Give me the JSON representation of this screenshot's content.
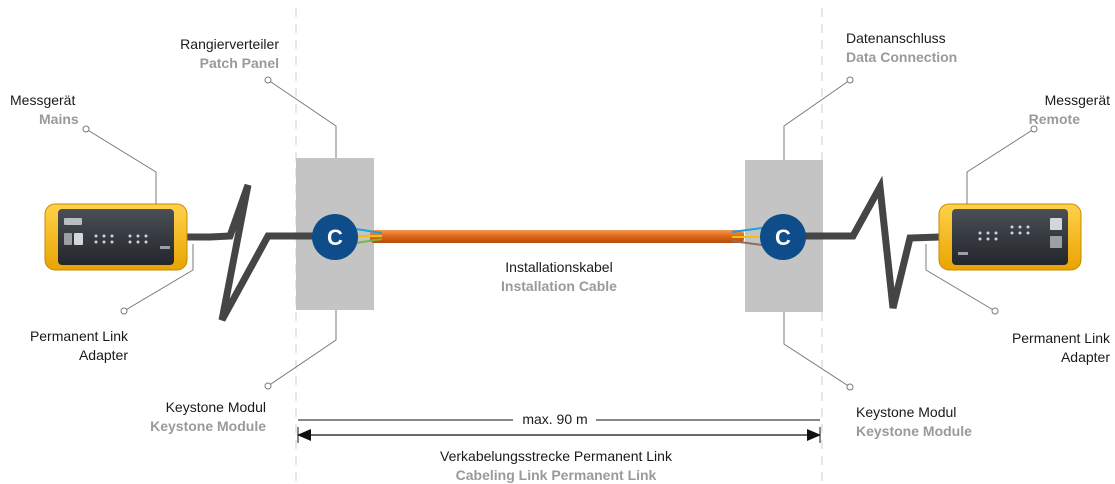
{
  "labels": {
    "patch_panel": {
      "de": "Rangierverteiler",
      "en": "Patch Panel"
    },
    "data_connection": {
      "de": "Datenanschluss",
      "en": "Data Connection"
    },
    "tester_main": {
      "de": "Messgerät",
      "en": "Mains"
    },
    "tester_remote": {
      "de": "Messgerät",
      "en": "Remote"
    },
    "pl_adapter_left": {
      "line1": "Permanent Link",
      "line2": "Adapter"
    },
    "pl_adapter_right": {
      "line1": "Permanent Link",
      "line2": "Adapter"
    },
    "keystone_left": {
      "de": "Keystone Modul",
      "en": "Keystone Module"
    },
    "keystone_right": {
      "de": "Keystone Modul",
      "en": "Keystone Module"
    },
    "cable": {
      "de": "Installationskabel",
      "en": "Installation Cable"
    },
    "distance": "max. 90 m",
    "link": {
      "de": "Verkabelungsstrecke Permanent Link",
      "en": "Cabeling Link Permanent Link"
    }
  },
  "connector_symbol": "C",
  "colors": {
    "tester_body": "#f5b400",
    "connector": "#0e4c8a",
    "installation_cable": "#e06a1a",
    "panel": "#c4c4c4"
  }
}
